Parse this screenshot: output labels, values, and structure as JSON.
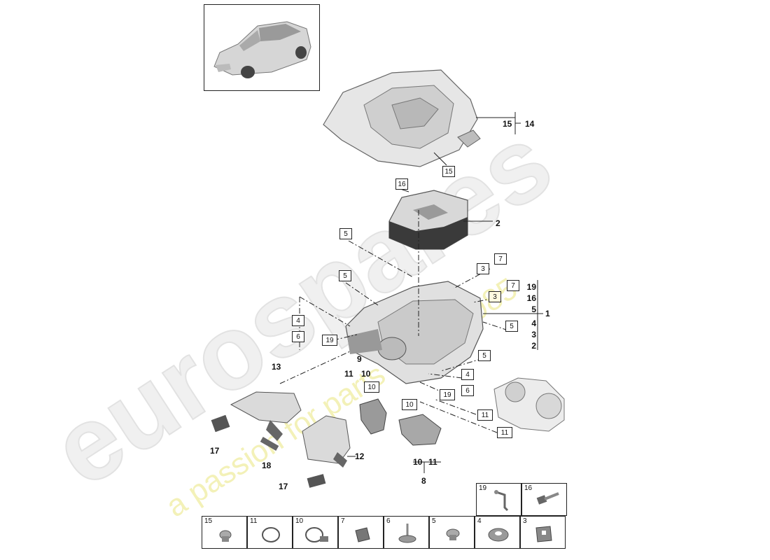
{
  "watermark": {
    "brand": "eurospares",
    "tagline": "a passion for parts since 1985"
  },
  "callouts": {
    "c2": "2",
    "c8": "8",
    "c9": "9",
    "c12": "12",
    "c13": "13",
    "c14": "14",
    "c17a": "17",
    "c17b": "17",
    "c18": "18",
    "c1": "1",
    "c15b": "15",
    "c11a": "11",
    "c10a": "10",
    "c11b": "11",
    "c10b": "10"
  },
  "boxes": {
    "b15a": "15",
    "b16": "16",
    "b5a": "5",
    "b5b": "5",
    "b3a": "3",
    "b7a": "7",
    "b7b": "7",
    "b3b": "3",
    "b5c": "5",
    "b4a": "4",
    "b6a": "6",
    "b19a": "19",
    "b5d": "5",
    "b4b": "4",
    "b6b": "6",
    "b19b": "19",
    "b10a": "10",
    "b10b": "10",
    "b11a": "11",
    "b11b": "11"
  },
  "stack_right": [
    "19",
    "16",
    "5",
    "4",
    "3",
    "2"
  ],
  "legend_top": [
    {
      "num": "19",
      "icon": "bracket-clip-icon"
    },
    {
      "num": "16",
      "icon": "bolt-icon"
    }
  ],
  "legend_bottom": [
    {
      "num": "15",
      "icon": "grommet-icon"
    },
    {
      "num": "11",
      "icon": "o-ring-icon"
    },
    {
      "num": "10",
      "icon": "hose-clamp-icon"
    },
    {
      "num": "7",
      "icon": "clip-icon"
    },
    {
      "num": "6",
      "icon": "stud-nut-icon"
    },
    {
      "num": "5",
      "icon": "rubber-buffer-icon"
    },
    {
      "num": "4",
      "icon": "bushing-icon"
    },
    {
      "num": "3",
      "icon": "retainer-clip-icon"
    }
  ]
}
